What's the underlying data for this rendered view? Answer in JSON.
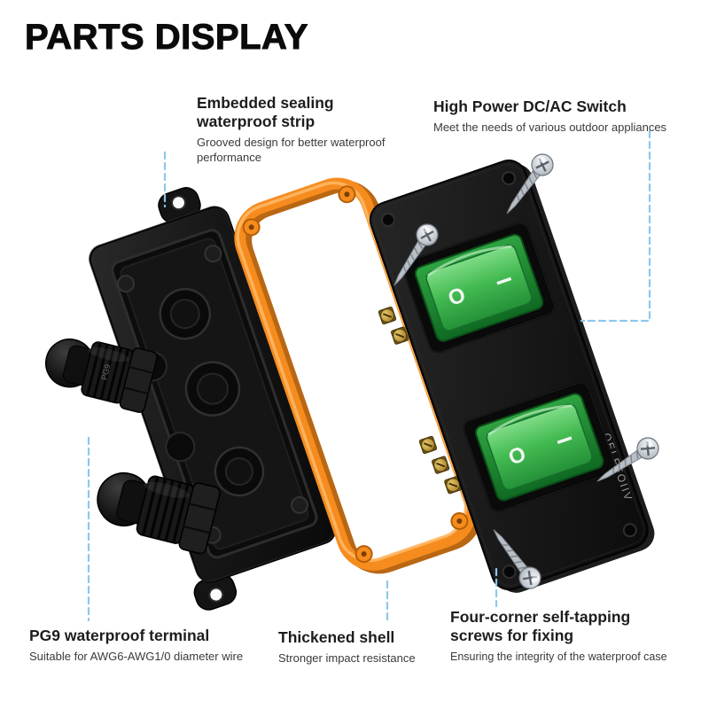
{
  "title": "PARTS DISPLAY",
  "callouts": {
    "sealing_strip": {
      "heading": "Embedded sealing waterproof strip",
      "description": "Grooved design for better waterproof performance"
    },
    "switch": {
      "heading": "High Power DC/AC Switch",
      "description": "Meet the needs of various outdoor appliances"
    },
    "terminal": {
      "heading": "PG9 waterproof terminal",
      "description": "Suitable for AWG6-AWG1/0 diameter wire"
    },
    "shell": {
      "heading": "Thickened shell",
      "description": "Stronger impact resistance"
    },
    "screws": {
      "heading": "Four-corner self-tapping screws for fixing",
      "description": "Ensuring the integrity of the waterproof case"
    }
  },
  "product": {
    "gland_label": "PG9",
    "brand_text": "OELFFOIIV",
    "switch_off": "O",
    "switch_on": "I"
  },
  "colors": {
    "gasket_orange": "#f68c1e",
    "switch_green": "#3fae49",
    "callout_blue": "#8ec7ee",
    "shell_black": "#141414"
  }
}
